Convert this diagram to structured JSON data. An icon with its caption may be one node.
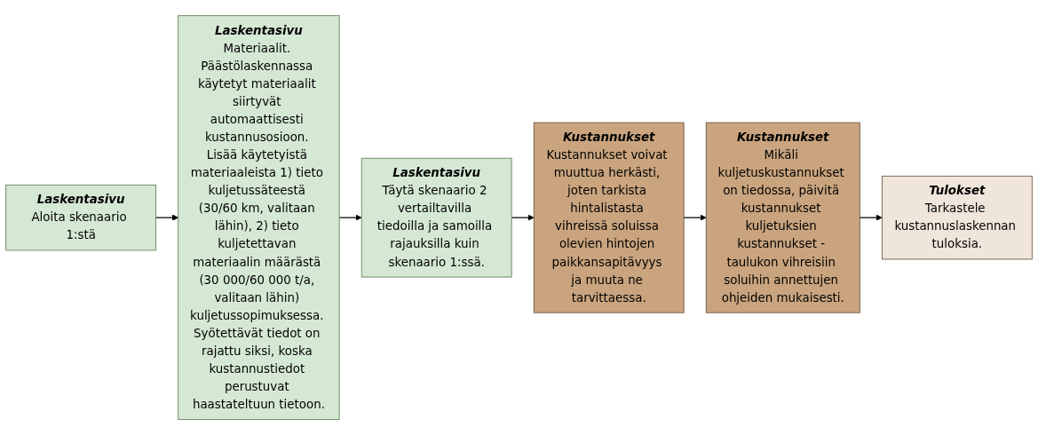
{
  "diagram": {
    "nodes": [
      {
        "text": [
          "Laskentasivu",
          "Aloita skenaario 1:stä"
        ]
      },
      {
        "text": [
          "Laskentasivu",
          "Materiaalit. Päästölaskennassa käytetyt materiaalit siirtyvät automaattisesti kustannusosioon. Lisää käytetyistä materiaaleista 1) tieto kuljetussäteestä (30/60 km, valitaan lähin), 2) tieto kuljetettavan materiaalin määrästä (30 000/60 000 t/a, valitaan lähin) kuljetussopimuksessa. Syötettävät tiedot on rajattu siksi, koska kustannustiedot perustuvat haastateltuun tietoon."
        ]
      },
      {
        "text": [
          "Laskentasivu",
          "Täytä skenaario 2 vertailtavilla tiedoilla ja samoilla rajauksilla kuin skenaario 1:ssä."
        ]
      },
      {
        "text": [
          "Kustannukset",
          "Kustannukset voivat muuttua herkästi, joten tarkista hintalistasta vihreissä soluissa olevien hintojen paikkansapitävyys ja muuta ne tarvittaessa."
        ]
      },
      {
        "text": [
          "Kustannukset",
          "Mikäli kuljetuskustannukset on tiedossa, päivitä kustannukset kuljetuksien kustannukset - taulukon vihreisiin soluihin annettujen ohjeiden mukaisesti."
        ]
      },
      {
        "text": [
          "Tulokset",
          "Tarkastele kustannuslaskennan tuloksia."
        ]
      }
    ],
    "edges": [
      {
        "from": 0,
        "to": 1,
        "arrow": "to"
      },
      {
        "from": 1,
        "to": 2,
        "arrow": "to"
      },
      {
        "from": 2,
        "to": 3,
        "arrow": "to"
      },
      {
        "from": 3,
        "to": 4,
        "arrow": "to"
      },
      {
        "from": 4,
        "to": 5,
        "arrow": "to"
      }
    ]
  }
}
